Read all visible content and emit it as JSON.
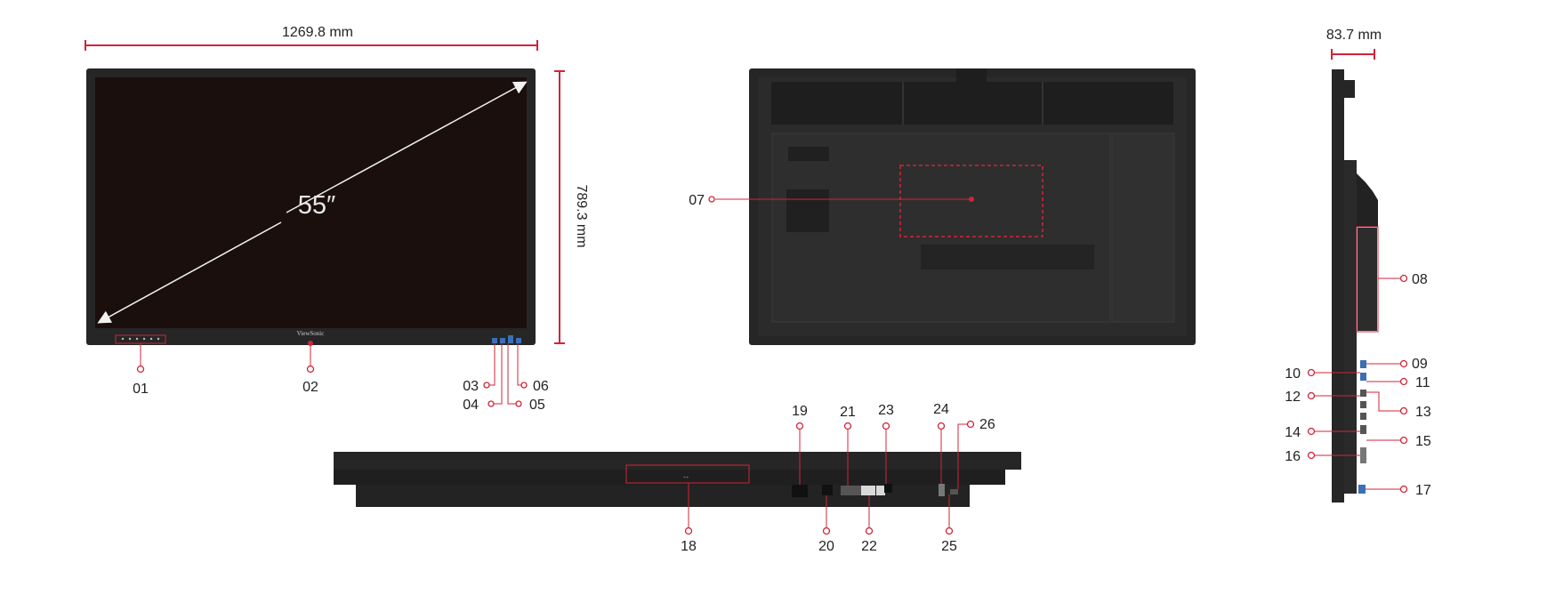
{
  "colors": {
    "accent": "#d0243a",
    "panel": "#262626",
    "screen": "#1a0f0d",
    "text": "#222222"
  },
  "dimensions": {
    "width": "1269.8 mm",
    "height": "789.3 mm",
    "depth": "83.7 mm",
    "diagonal": "55″"
  },
  "brand": "ViewSonic",
  "callouts": {
    "c01": "01",
    "c02": "02",
    "c03": "03",
    "c04": "04",
    "c05": "05",
    "c06": "06",
    "c07": "07",
    "c08": "08",
    "c09": "09",
    "c10": "10",
    "c11": "11",
    "c12": "12",
    "c13": "13",
    "c14": "14",
    "c15": "15",
    "c16": "16",
    "c17": "17",
    "c18": "18",
    "c19": "19",
    "c20": "20",
    "c21": "21",
    "c22": "22",
    "c23": "23",
    "c24": "24",
    "c25": "25",
    "c26": "26"
  }
}
